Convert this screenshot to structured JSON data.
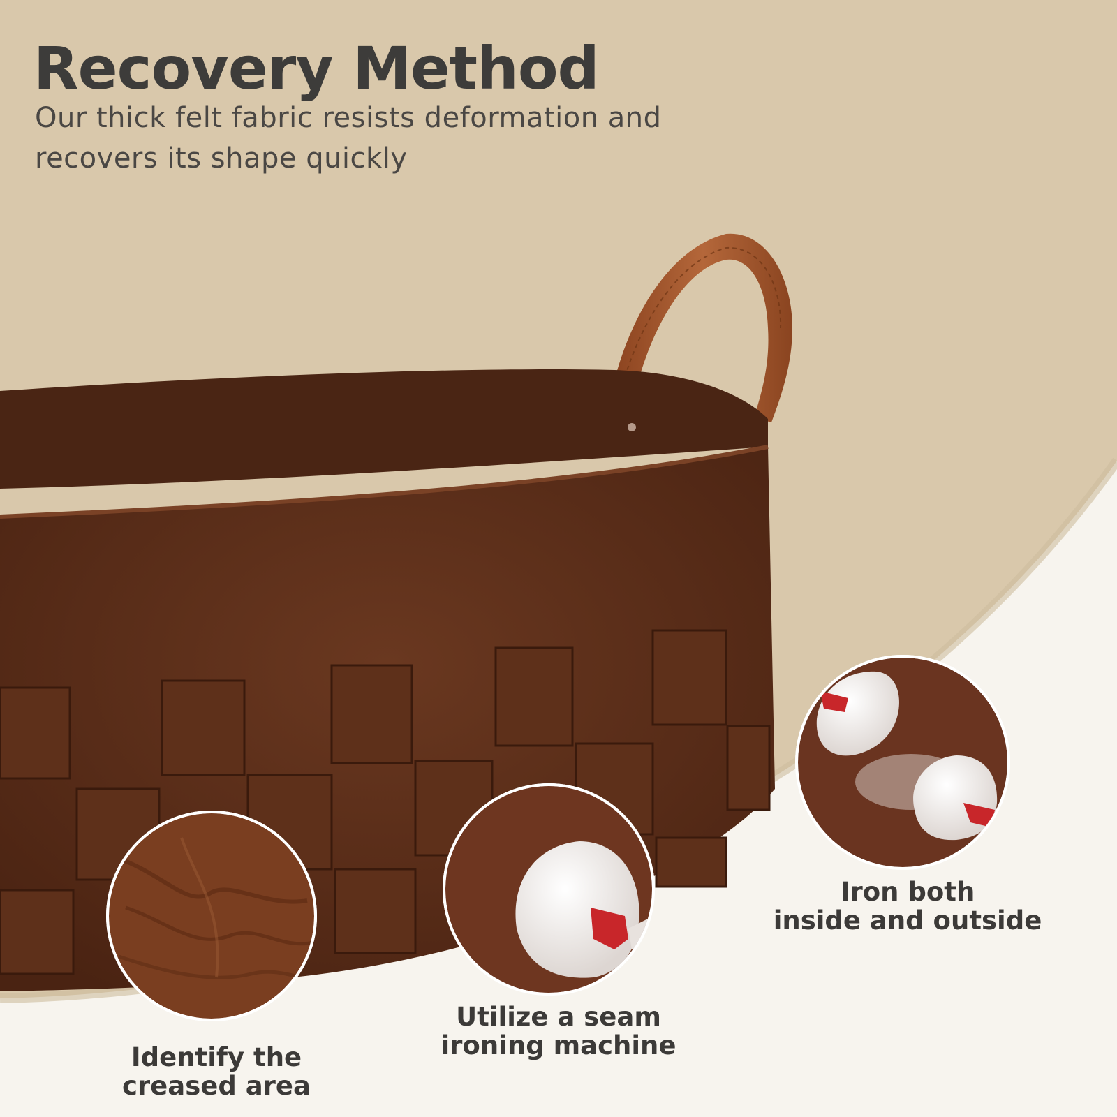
{
  "heading": {
    "title": "Recovery Method",
    "subtitle_line1": "Our thick felt fabric resists deformation and",
    "subtitle_line2": "recovers its shape quickly"
  },
  "steps": [
    {
      "icon": "creased-felt-closeup",
      "label_line1": "Identify the",
      "label_line2": "creased area"
    },
    {
      "icon": "steam-iron-head",
      "label_line1": "Utilize a seam",
      "label_line2": "ironing machine"
    },
    {
      "icon": "steam-iron-both-sides",
      "label_line1": "Iron both",
      "label_line2": "inside and outside"
    }
  ],
  "colors": {
    "background_tan": "#d9c8ab",
    "background_cream": "#f7f4ee",
    "felt_brown": "#5a2e18",
    "leather_handle": "#a65a2c",
    "text_dark": "#3d3c3a"
  }
}
